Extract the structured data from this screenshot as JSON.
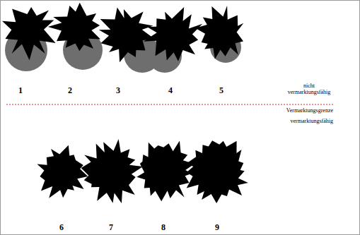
{
  "diagram": {
    "labels": [
      "1",
      "2",
      "3",
      "4",
      "5",
      "nicht vermarktungsfähig",
      "Vermarktungsgrenze",
      "vermarktungsfähig",
      "6",
      "7",
      "8",
      "9"
    ]
  }
}
